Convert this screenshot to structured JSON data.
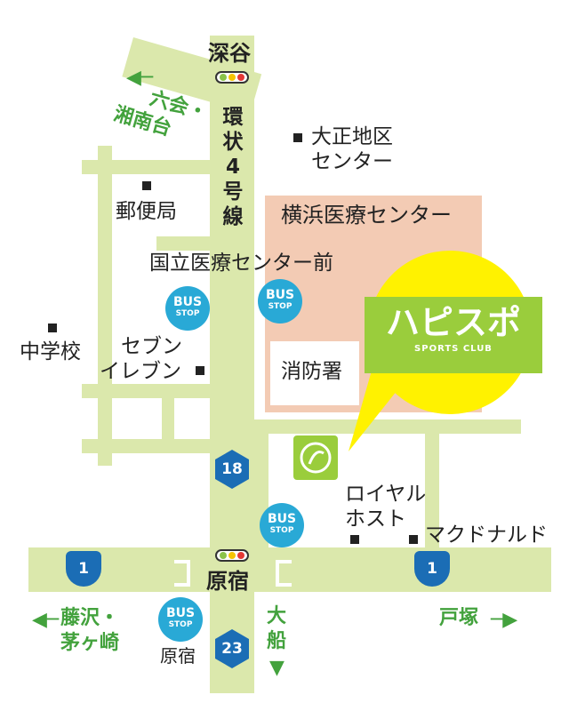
{
  "map": {
    "station_top": "深谷",
    "station_bottom": "原宿",
    "route_name_lines": [
      "環",
      "状",
      "4",
      "号",
      "線"
    ],
    "dir_upper_left_lines": [
      "六会・",
      "湘南台"
    ],
    "dir_bottom_left_lines": [
      "藤沢・",
      "茅ヶ崎"
    ],
    "dir_bottom_center_lines": [
      "大",
      "船"
    ],
    "dir_bottom_right": "戸塚",
    "taisho_lines": [
      "大正地区",
      "センター"
    ],
    "post_office": "郵便局",
    "hospital": "横浜医療センター",
    "bus_stop_name": "国立医療センター前",
    "junior_high": "中学校",
    "seven_lines": [
      "セブン",
      "イレブン"
    ],
    "fire_station": "消防署",
    "royal_lines": [
      "ロイヤル",
      "ホスト"
    ],
    "mcdonalds": "マクドナルド",
    "bus_stop_bottom": "原宿",
    "route_18": "18",
    "route_1": "1",
    "route_23": "23",
    "bus_line1": "BUS",
    "bus_line2": "STOP"
  },
  "brand": {
    "name": "ハピスポ",
    "sub": "SPORTS CLUB",
    "bubble_color": "#fff200",
    "brand_color": "#9acd3c"
  },
  "colors": {
    "road": "#dbe8ac",
    "hospital_area": "#f3cbb4",
    "bus": "#29a9d6",
    "route_sign": "#1b6db5",
    "direction_text": "#43a23d"
  }
}
